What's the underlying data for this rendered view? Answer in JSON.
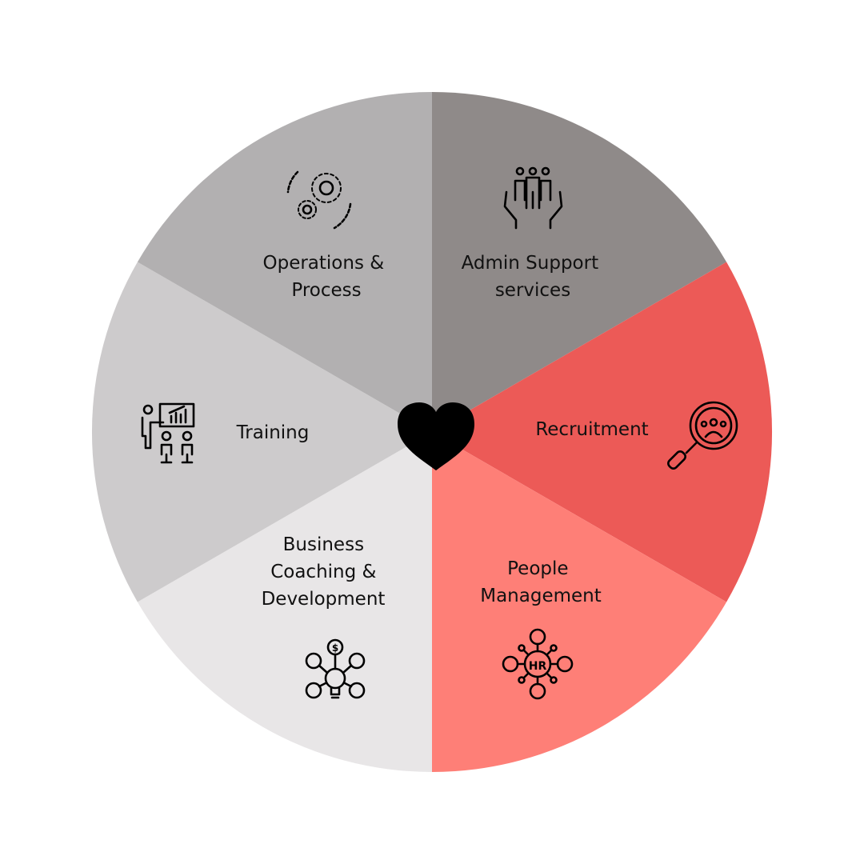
{
  "segments": [
    {
      "id": "admin",
      "lines": [
        "Admin Support",
        "services"
      ],
      "color": "#8f8a89",
      "icon": "hands-people-icon"
    },
    {
      "id": "recruitment",
      "lines": [
        "Recruitment"
      ],
      "color": "#ec5a57",
      "icon": "magnifier-people-icon"
    },
    {
      "id": "people",
      "lines": [
        "People",
        "Management"
      ],
      "color": "#fe7f77",
      "icon": "hr-network-icon"
    },
    {
      "id": "business",
      "lines": [
        "Business",
        "Coaching &",
        "Development"
      ],
      "color": "#e8e6e7",
      "icon": "lightbulb-network-icon"
    },
    {
      "id": "training",
      "lines": [
        "Training"
      ],
      "color": "#cdcbcc",
      "icon": "presentation-icon"
    },
    {
      "id": "operations",
      "lines": [
        "Operations &",
        "Process"
      ],
      "color": "#b2b0b1",
      "icon": "gears-icon"
    }
  ],
  "hr_icon_text": "HR",
  "center_icon": "heart-icon"
}
